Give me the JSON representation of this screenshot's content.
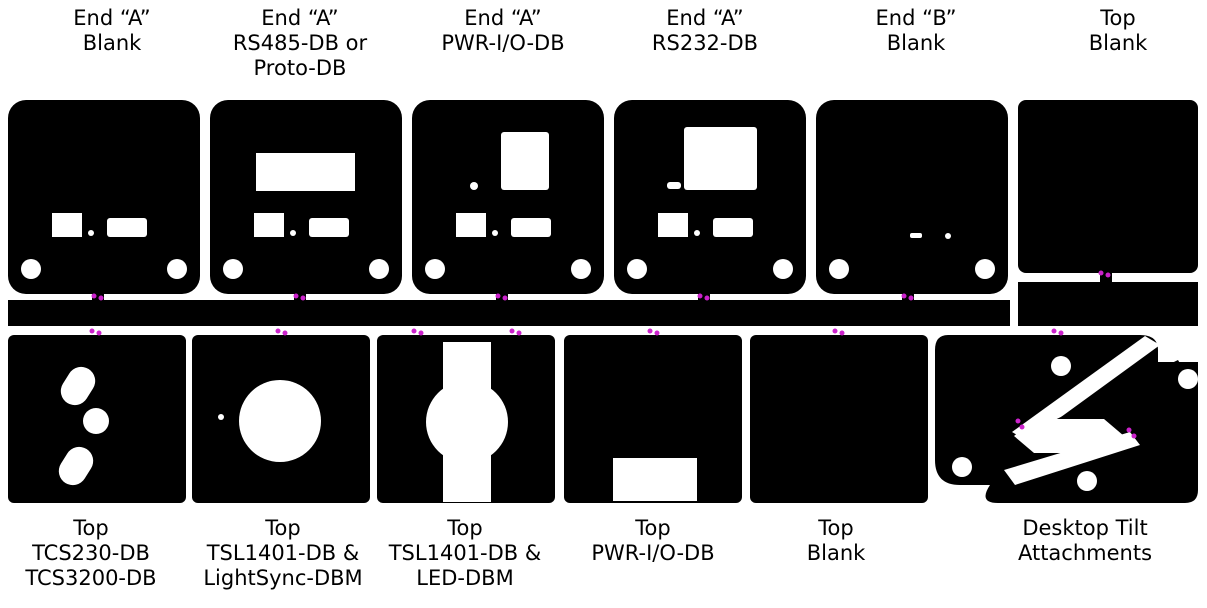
{
  "colors": {
    "panel": "#000000",
    "cutout": "#ffffff",
    "tab_marker": "#cc22cc",
    "text": "#000000"
  },
  "top_row_labels": [
    [
      "End “A”",
      "Blank"
    ],
    [
      "End “A”",
      "RS485-DB or",
      "Proto-DB"
    ],
    [
      "End “A”",
      "PWR-I/O-DB"
    ],
    [
      "End “A”",
      "RS232-DB"
    ],
    [
      "End “B”",
      "Blank"
    ],
    [
      "Top",
      "Blank"
    ]
  ],
  "bottom_row_labels": [
    [
      "Top",
      "TCS230-DB",
      "TCS3200-DB"
    ],
    [
      "Top",
      "TSL1401-DB &",
      "LightSync-DBM"
    ],
    [
      "Top",
      "TSL1401-DB &",
      "LED-DBM"
    ],
    [
      "Top",
      "PWR-I/O-DB"
    ],
    [
      "Top",
      "Blank"
    ],
    [
      "Desktop Tilt",
      "Attachments"
    ]
  ]
}
